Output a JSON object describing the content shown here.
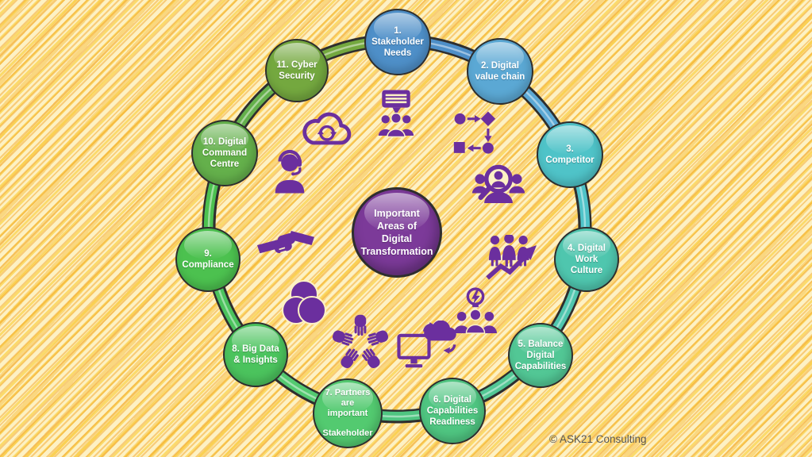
{
  "diagram": {
    "center": {
      "label": "Important\nAreas of\nDigital\nTransformation",
      "color": "#7c3a99"
    }
  },
  "nodes": [
    {
      "label": "1.\nStakeholder\nNeeds",
      "color": "#4e8fc8"
    },
    {
      "label": "2. Digital\nvalue chain",
      "color": "#5ba8d4"
    },
    {
      "label": "3.\nCompetitor",
      "color": "#4fc3c8"
    },
    {
      "label": "4. Digital\nWork\nCulture",
      "color": "#4fc6ae"
    },
    {
      "label": "5. Balance\nDigital\nCapabilities",
      "color": "#52c795"
    },
    {
      "label": "6. Digital\nCapabilities\nReadiness",
      "color": "#4fc581"
    },
    {
      "label": "7. Partners\nare\nimportant\n\nStakeholder",
      "color": "#53ca70"
    },
    {
      "label": "8. Big Data\n& Insights",
      "color": "#4bc35d"
    },
    {
      "label": "9.\nCompliance",
      "color": "#4cc14f"
    },
    {
      "label": "10. Digital\nCommand\nCentre",
      "color": "#64b04b"
    },
    {
      "label": "11. Cyber\nSecurity",
      "color": "#74a83f"
    }
  ],
  "icons": [
    "cloud-sync-icon",
    "team-meeting-icon",
    "process-flowchart-icon",
    "customer-support-icon",
    "competitor-analysis-icon",
    "handshake-icon",
    "workforce-growth-icon",
    "venn-diagram-icon",
    "idea-team-icon",
    "teamwork-hands-icon",
    "computer-cloud-sync-icon"
  ],
  "footer": {
    "copyright": "© ASK21 Consulting"
  },
  "palette": {
    "background_base": "#fdf1c4",
    "hatch_yellow": "#fbcf3a",
    "hatch_orange": "#f4a62e",
    "icon_purple": "#6b2f9e",
    "node_outline": "#2e2e2e",
    "label_text": "#ffffff",
    "copyright_text": "#575757"
  }
}
